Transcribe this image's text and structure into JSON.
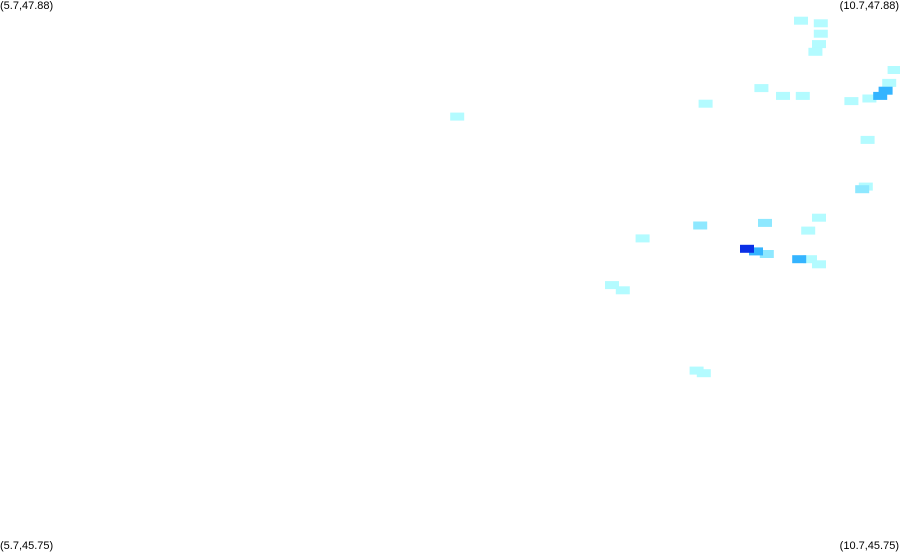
{
  "corners": {
    "top_left": "(5.7,47.88)",
    "top_right": "(10.7,47.88)",
    "bottom_left": "(5.7,45.75)",
    "bottom_right": "(10.7,45.75)"
  },
  "colors": {
    "background": "#ffffff",
    "intensity_1": "#b3fbff",
    "intensity_2": "#8ee8ff",
    "intensity_3": "#34b4ff",
    "intensity_4": "#1c7cff",
    "intensity_5": "#0a2fe6"
  },
  "chart_data": {
    "type": "heatmap",
    "extent": {
      "lon": [
        5.7,
        10.7
      ],
      "lat": [
        45.75,
        47.88
      ]
    },
    "cells": [
      {
        "lon": 10.15,
        "lat": 47.8,
        "level": 1
      },
      {
        "lon": 10.26,
        "lat": 47.79,
        "level": 1
      },
      {
        "lon": 10.26,
        "lat": 47.75,
        "level": 1
      },
      {
        "lon": 10.25,
        "lat": 47.71,
        "level": 1
      },
      {
        "lon": 10.23,
        "lat": 47.68,
        "level": 1
      },
      {
        "lon": 9.93,
        "lat": 47.54,
        "level": 1
      },
      {
        "lon": 10.05,
        "lat": 47.51,
        "level": 1
      },
      {
        "lon": 10.16,
        "lat": 47.51,
        "level": 1
      },
      {
        "lon": 10.43,
        "lat": 47.49,
        "level": 1
      },
      {
        "lon": 10.53,
        "lat": 47.5,
        "level": 1
      },
      {
        "lon": 10.64,
        "lat": 47.56,
        "level": 1
      },
      {
        "lon": 10.62,
        "lat": 47.53,
        "level": 3
      },
      {
        "lon": 10.59,
        "lat": 47.51,
        "level": 3
      },
      {
        "lon": 10.67,
        "lat": 47.61,
        "level": 1
      },
      {
        "lon": 9.62,
        "lat": 47.48,
        "level": 1
      },
      {
        "lon": 8.24,
        "lat": 47.43,
        "level": 1
      },
      {
        "lon": 10.52,
        "lat": 47.34,
        "level": 1
      },
      {
        "lon": 10.49,
        "lat": 47.15,
        "level": 2
      },
      {
        "lon": 10.51,
        "lat": 47.16,
        "level": 1
      },
      {
        "lon": 10.25,
        "lat": 47.04,
        "level": 1
      },
      {
        "lon": 10.19,
        "lat": 46.99,
        "level": 1
      },
      {
        "lon": 9.95,
        "lat": 47.02,
        "level": 2
      },
      {
        "lon": 9.59,
        "lat": 47.01,
        "level": 2
      },
      {
        "lon": 9.27,
        "lat": 46.96,
        "level": 1
      },
      {
        "lon": 9.85,
        "lat": 46.92,
        "level": 5
      },
      {
        "lon": 9.9,
        "lat": 46.91,
        "level": 3
      },
      {
        "lon": 9.96,
        "lat": 46.9,
        "level": 2
      },
      {
        "lon": 10.14,
        "lat": 46.88,
        "level": 3
      },
      {
        "lon": 10.2,
        "lat": 46.88,
        "level": 1
      },
      {
        "lon": 10.25,
        "lat": 46.86,
        "level": 1
      },
      {
        "lon": 9.1,
        "lat": 46.78,
        "level": 1
      },
      {
        "lon": 9.16,
        "lat": 46.76,
        "level": 1
      },
      {
        "lon": 9.57,
        "lat": 46.45,
        "level": 1
      },
      {
        "lon": 9.61,
        "lat": 46.44,
        "level": 1
      }
    ]
  }
}
